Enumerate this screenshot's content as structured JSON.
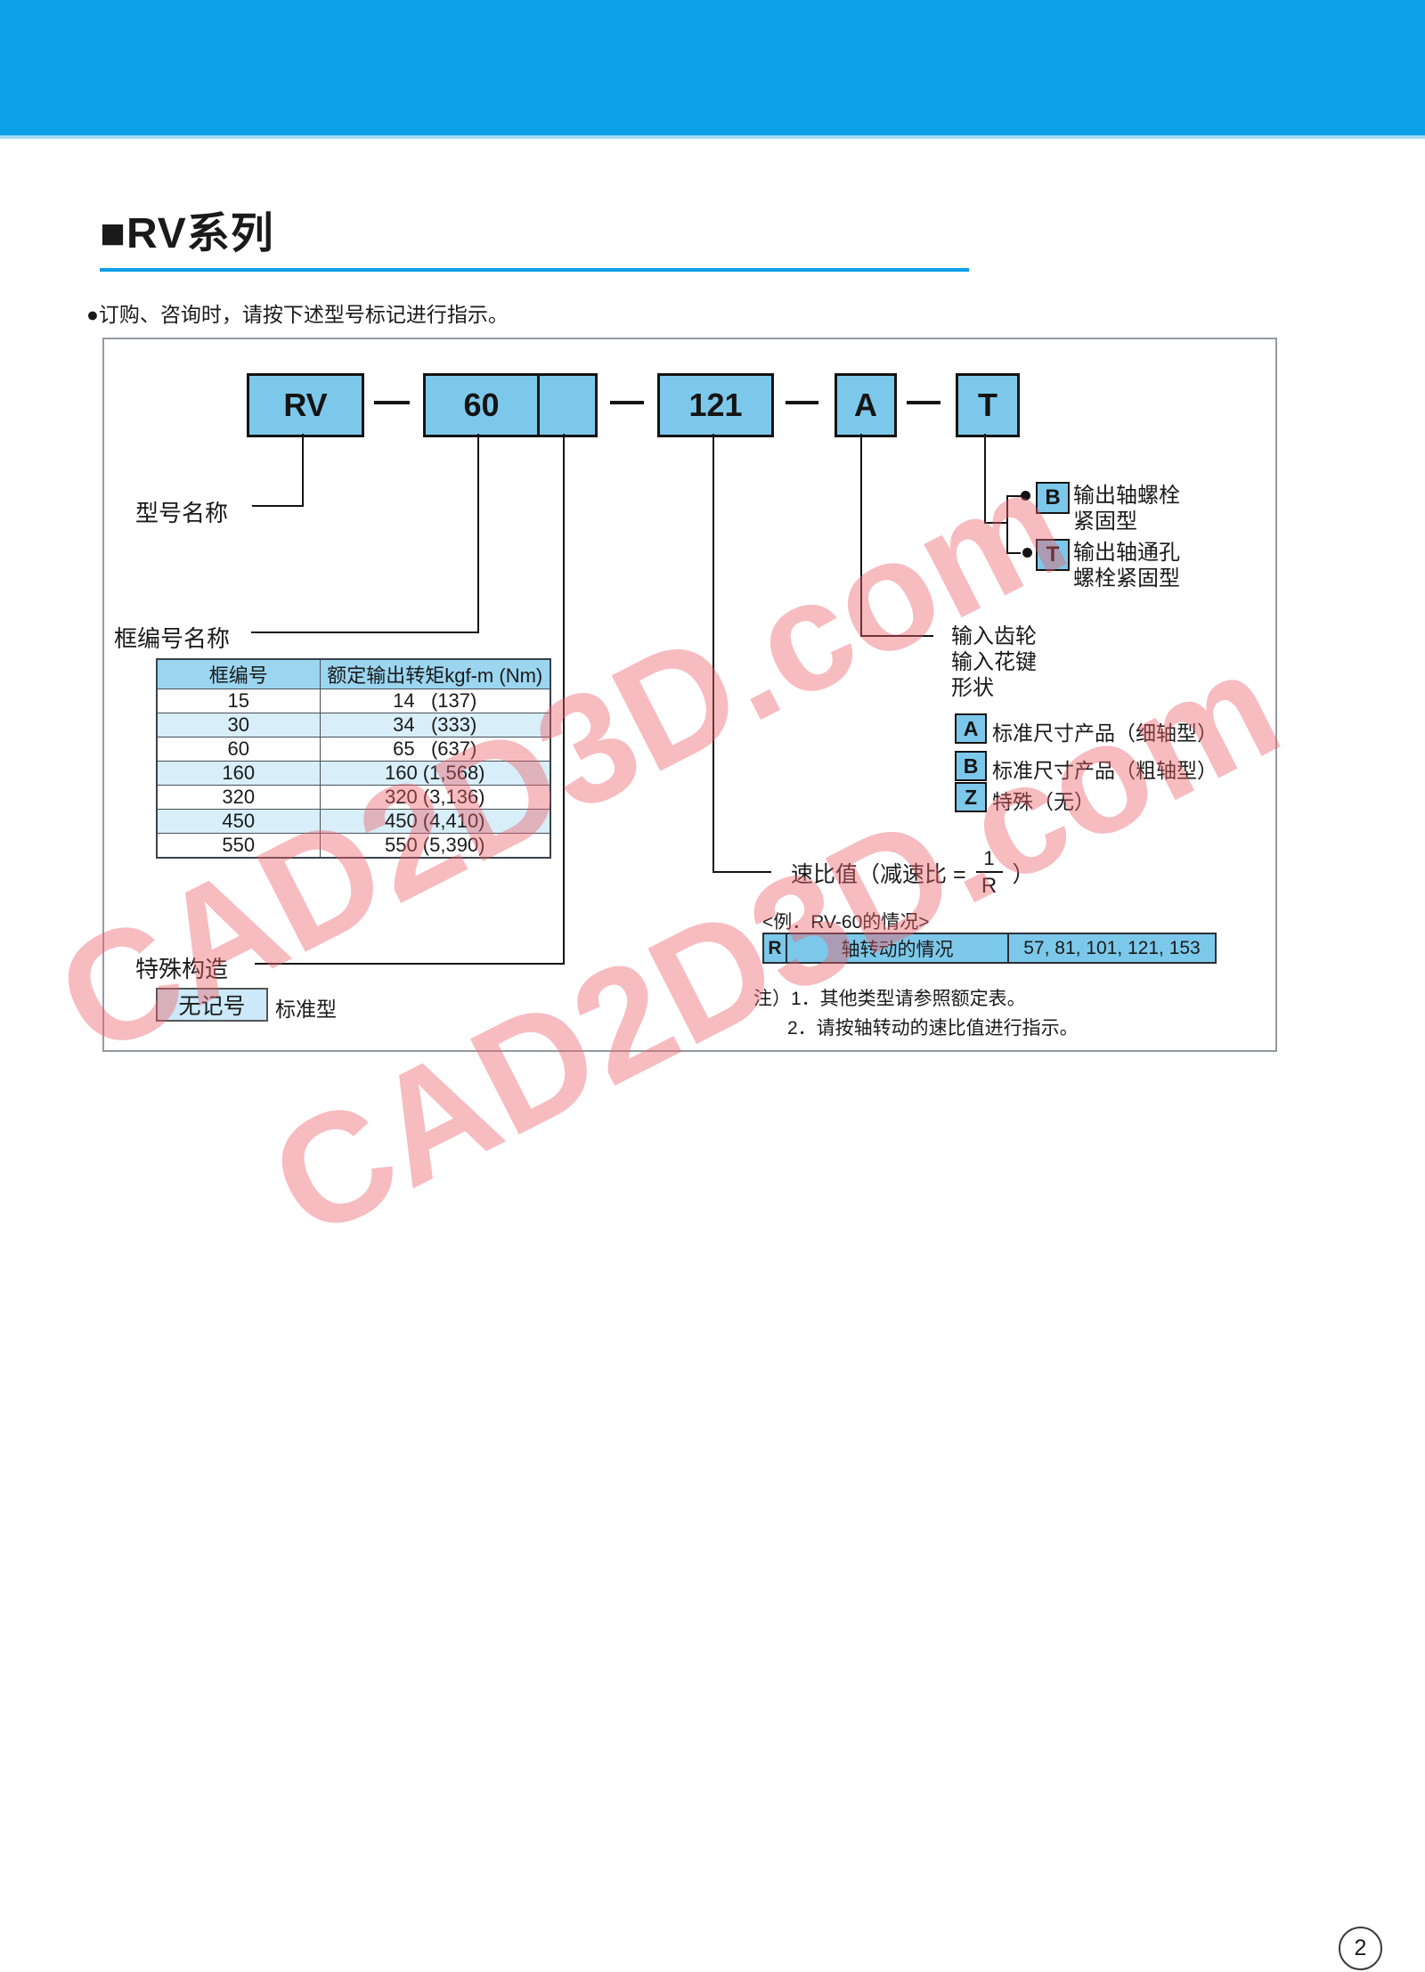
{
  "page": {
    "title": "■RV系列",
    "intro": "●订购、咨询时，请按下述型号标记进行指示。",
    "page_number": "2",
    "watermark": "CAD2D3D.com"
  },
  "model_code": {
    "series": "RV",
    "frame": "60",
    "ratio": "121",
    "shaft": "A",
    "fastening": "T"
  },
  "callouts": {
    "model_name": "型号名称",
    "frame_name": "框编号名称",
    "special_structure": "特殊构造",
    "no_mark": "无记号",
    "standard_type": "标准型",
    "input_shape_line1": "输入齿轮",
    "input_shape_line2": "输入花键",
    "input_shape_line3": "形状",
    "ratio_prefix": "速比值（减速比 =",
    "ratio_numerator": "1",
    "ratio_denominator": "R",
    "ratio_suffix": "）"
  },
  "fastening_options": [
    {
      "code": "B",
      "line1": "输出轴螺栓",
      "line2": "紧固型"
    },
    {
      "code": "T",
      "line1": "输出轴通孔",
      "line2": "螺栓紧固型"
    }
  ],
  "shaft_options": [
    {
      "code": "A",
      "desc": "标准尺寸产品（细轴型）"
    },
    {
      "code": "B",
      "desc": "标准尺寸产品（粗轴型）"
    },
    {
      "code": "Z",
      "desc": "特殊（无）"
    }
  ],
  "frame_table": {
    "headers": [
      "框编号",
      "额定输出转矩kgf-m (Nm)"
    ],
    "rows": [
      [
        "15",
        "14   (137)"
      ],
      [
        "30",
        "34   (333)"
      ],
      [
        "60",
        "65   (637)"
      ],
      [
        "160",
        "160 (1,568)"
      ],
      [
        "320",
        "320 (3,136)"
      ],
      [
        "450",
        "450 (4,410)"
      ],
      [
        "550",
        "550 (5,390)"
      ]
    ]
  },
  "example": {
    "caption": "<例．RV-60的情况>",
    "r_code": "R",
    "r_desc": "轴转动的情况",
    "r_values": "57, 81, 101, 121, 153",
    "note1": "注）1．其他类型请参照额定表。",
    "note2": "2．请按轴转动的速比值进行指示。"
  },
  "colors": {
    "accent_cyan": "#0BA0E8",
    "box_fill": "#7CC8EA",
    "table_header_fill": "#9BD5F0",
    "zebra_fill": "#D8EEF9",
    "no_mark_fill": "#CBE9F8",
    "watermark_red": "#EB5F6A"
  }
}
